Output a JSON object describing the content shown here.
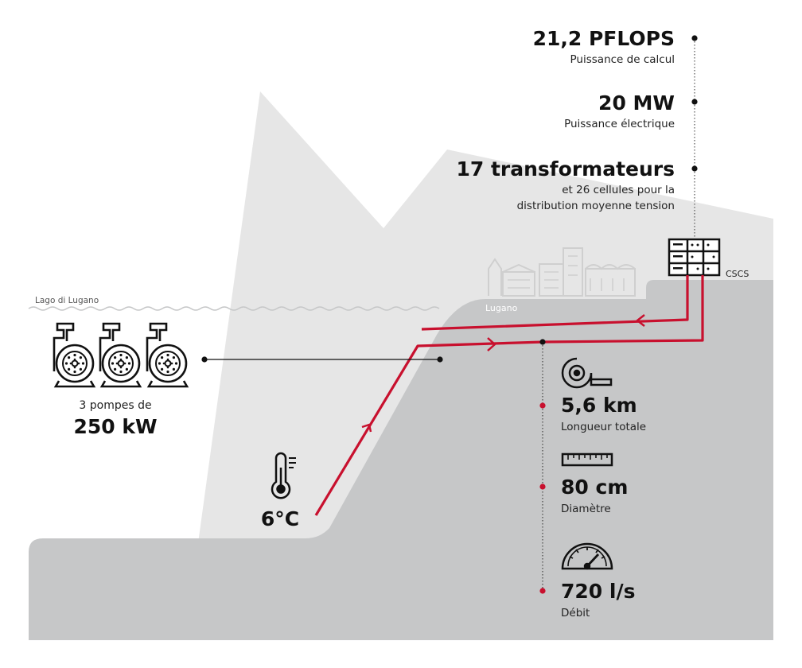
{
  "stats": {
    "power": {
      "value": "21,2 PFLOPS",
      "label": "Puissance de calcul"
    },
    "electric": {
      "value": "20 MW",
      "label": "Puissance électrique"
    },
    "transformers": {
      "value": "17 transformateurs",
      "label1": "et 26 cellules pour la",
      "label2": "distribution moyenne tension"
    }
  },
  "places": {
    "lake": "Lago di Lugano",
    "town": "Lugano",
    "datacenter": "CSCS"
  },
  "pumps": {
    "label": "3 pompes de",
    "value": "250 kW"
  },
  "water": {
    "temperature": "6°C"
  },
  "pipe": {
    "length": {
      "value": "5,6 km",
      "label": "Longueur totale"
    },
    "diameter": {
      "value": "80 cm",
      "label": "Diamètre"
    },
    "flow": {
      "value": "720 l/s",
      "label": "Débit"
    }
  },
  "colors": {
    "pipe": "#c8102e",
    "ground": "#c6c7c8",
    "mountain": "#e6e6e6",
    "ink": "#111111"
  },
  "icons": [
    "pump-icon",
    "thermometer-icon",
    "server-rack-icon",
    "tape-measure-icon",
    "ruler-icon",
    "gauge-icon",
    "city-icon"
  ]
}
